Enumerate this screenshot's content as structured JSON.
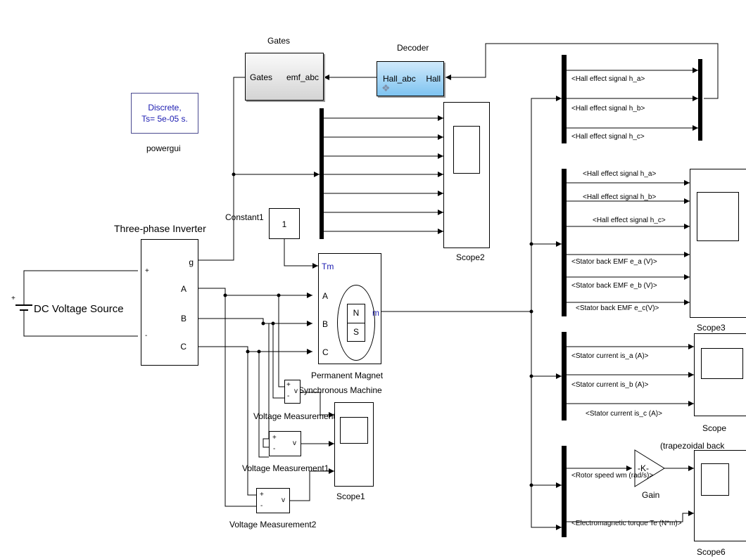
{
  "blocks": {
    "gates": {
      "title": "Gates",
      "in_label": "Gates",
      "out_label": "emf_abc"
    },
    "decoder": {
      "title": "Decoder",
      "in_label": "Hall_abc",
      "out_label": "Hall"
    },
    "powergui": {
      "line1": "Discrete,",
      "line2": "Ts= 5e-05 s.",
      "name": "powergui"
    },
    "inverter": {
      "title": "Three-phase Inverter",
      "port_g": "g",
      "port_a": "A",
      "port_b": "B",
      "port_c": "C",
      "plus": "+",
      "minus": "-"
    },
    "dc_source": {
      "label": "DC Voltage Source",
      "plus": "+"
    },
    "constant": {
      "name": "Constant1",
      "value": "1"
    },
    "pmsm": {
      "port_tm": "Tm",
      "port_a": "A",
      "port_b": "B",
      "port_c": "C",
      "port_m": "m",
      "n": "N",
      "s": "S",
      "name_line1": "Permanent Magnet",
      "name_line2": "Synchronous Machine"
    },
    "vm0": {
      "name": "Voltage Measurement",
      "plus": "+",
      "minus": "-",
      "v": "v"
    },
    "vm1": {
      "name": "Voltage Measurement1",
      "plus": "+",
      "minus": "-",
      "v": "v"
    },
    "vm2": {
      "name": "Voltage Measurement2",
      "plus": "+",
      "minus": "-",
      "v": "v"
    },
    "scope1": {
      "name": "Scope1"
    },
    "scope2": {
      "name": "Scope2"
    },
    "scope3": {
      "name": "Scope3"
    },
    "scope4": {
      "name": "Scope"
    },
    "scope6": {
      "name": "Scope6"
    },
    "gain": {
      "label": "-K-",
      "name": "Gain"
    },
    "trap_note": "(trapezoidal back"
  },
  "signals": {
    "hall_top": [
      "<Hall effect signal h_a>",
      "<Hall effect signal h_b>",
      "<Hall effect signal h_c>"
    ],
    "scope3": [
      "<Hall effect signal h_a>",
      "<Hall effect signal h_b>",
      "<Hall effect signal h_c>",
      "<Stator back EMF e_a (V)>",
      "<Stator back EMF e_b (V)>",
      "<Stator back EMF e_c(V)>"
    ],
    "current": [
      "<Stator current is_a (A)>",
      "<Stator current is_b (A)>",
      "<Stator current is_c (A)>"
    ],
    "speed": "<Rotor speed wm (rad/s)>",
    "torque": "<Electromagnetic torque Te (N*m)>"
  }
}
